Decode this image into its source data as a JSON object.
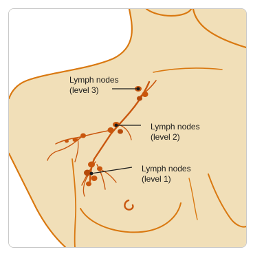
{
  "labels": {
    "level3": {
      "line1": "Lymph nodes",
      "line2": "(level 3)"
    },
    "level2": {
      "line1": "Lymph nodes",
      "line2": "(level 2)"
    },
    "level1": {
      "line1": "Lymph nodes",
      "line2": "(level 1)"
    }
  },
  "colors": {
    "skin": "#f1dfb8",
    "outline": "#d97810",
    "node": "#c9560d",
    "node_dark": "#8e3b08",
    "leader": "#1a1a1a"
  }
}
